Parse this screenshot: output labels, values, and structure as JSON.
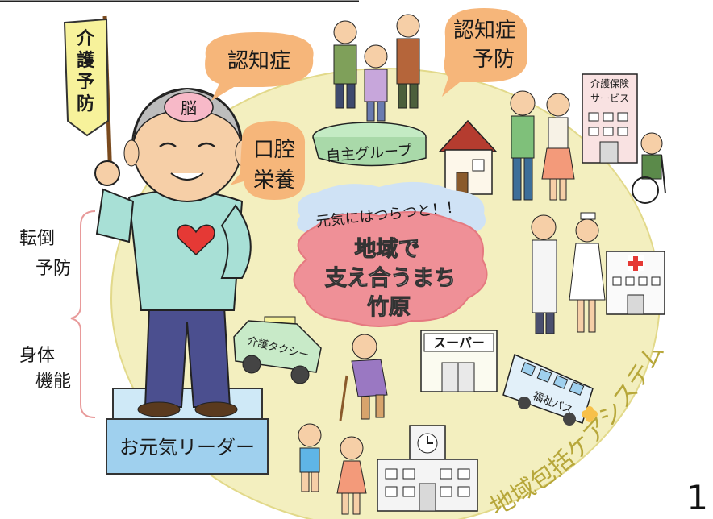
{
  "banner": [
    "介",
    "護",
    "予",
    "防"
  ],
  "brain_label": "脳",
  "bubbles": {
    "dementia": "認知症",
    "dementia_prevention": [
      "認知症",
      "予防"
    ],
    "oral": [
      "口腔",
      "栄養"
    ]
  },
  "self_group": "自主グループ",
  "genki_line": "元気にはつらつと！！",
  "center_cloud": [
    "地域で",
    "支え合うまち",
    "竹原"
  ],
  "bracket_labels": {
    "fall": [
      "転倒",
      "予防"
    ],
    "body": [
      "身体",
      "機能"
    ]
  },
  "leader_label": "お元気リーダー",
  "care_facility": [
    "介護保険",
    "サービス"
  ],
  "taxi_label": "介護タクシー",
  "supermarket_label": "スーパー",
  "bus_label": "福祉バス",
  "arc_label": "地域包括ケアシステム",
  "page_number": "1",
  "colors": {
    "ground": "#f3efbf",
    "bubble_orange": "#f6b67a",
    "cloud_pink": "#ef9097",
    "cloud_blue": "#cfe2f5",
    "pedestal_blue": "#9fd0ee",
    "stage_green": "#a9d9a9",
    "arc_olive": "#b7a73a"
  }
}
